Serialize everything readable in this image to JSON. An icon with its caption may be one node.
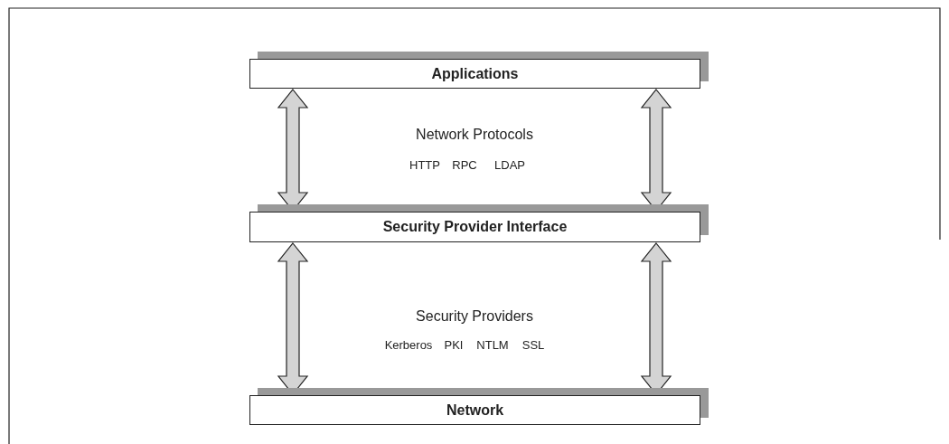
{
  "diagram": {
    "nodes": [
      {
        "text": [
          "Applications"
        ]
      },
      {
        "text": [
          "Security Provider Interface"
        ]
      },
      {
        "text": [
          "Network"
        ]
      }
    ],
    "edges": [
      {
        "from": 0,
        "to": 1,
        "arrow": "both"
      },
      {
        "from": 0,
        "to": 1,
        "arrow": "both"
      },
      {
        "from": 1,
        "to": 2,
        "arrow": "both"
      },
      {
        "from": 1,
        "to": 2,
        "arrow": "both"
      }
    ],
    "labels": [
      "Network Protocols",
      "HTTP",
      "RPC",
      "LDAP",
      "Security Providers",
      "Kerberos",
      "PKI",
      "NTLM",
      "SSL"
    ]
  }
}
